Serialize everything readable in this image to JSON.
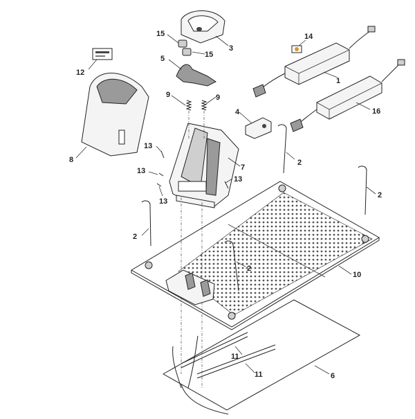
{
  "callouts": [
    {
      "id": "c1",
      "label": "1"
    },
    {
      "id": "c2a",
      "label": "2"
    },
    {
      "id": "c2b",
      "label": "2"
    },
    {
      "id": "c2c",
      "label": "2"
    },
    {
      "id": "c2d",
      "label": "2"
    },
    {
      "id": "c3",
      "label": "3"
    },
    {
      "id": "c4",
      "label": "4"
    },
    {
      "id": "c5",
      "label": "5"
    },
    {
      "id": "c6",
      "label": "6"
    },
    {
      "id": "c7",
      "label": "7"
    },
    {
      "id": "c8",
      "label": "8"
    },
    {
      "id": "c9a",
      "label": "9"
    },
    {
      "id": "c9b",
      "label": "9"
    },
    {
      "id": "c10",
      "label": "10"
    },
    {
      "id": "c11a",
      "label": "11"
    },
    {
      "id": "c11b",
      "label": "11"
    },
    {
      "id": "c12",
      "label": "12"
    },
    {
      "id": "c13a",
      "label": "13"
    },
    {
      "id": "c13b",
      "label": "13"
    },
    {
      "id": "c13c",
      "label": "13"
    },
    {
      "id": "c13d",
      "label": "13"
    },
    {
      "id": "c14",
      "label": "14"
    },
    {
      "id": "c15a",
      "label": "15"
    },
    {
      "id": "c15b",
      "label": "15"
    },
    {
      "id": "c16",
      "label": "16"
    }
  ]
}
